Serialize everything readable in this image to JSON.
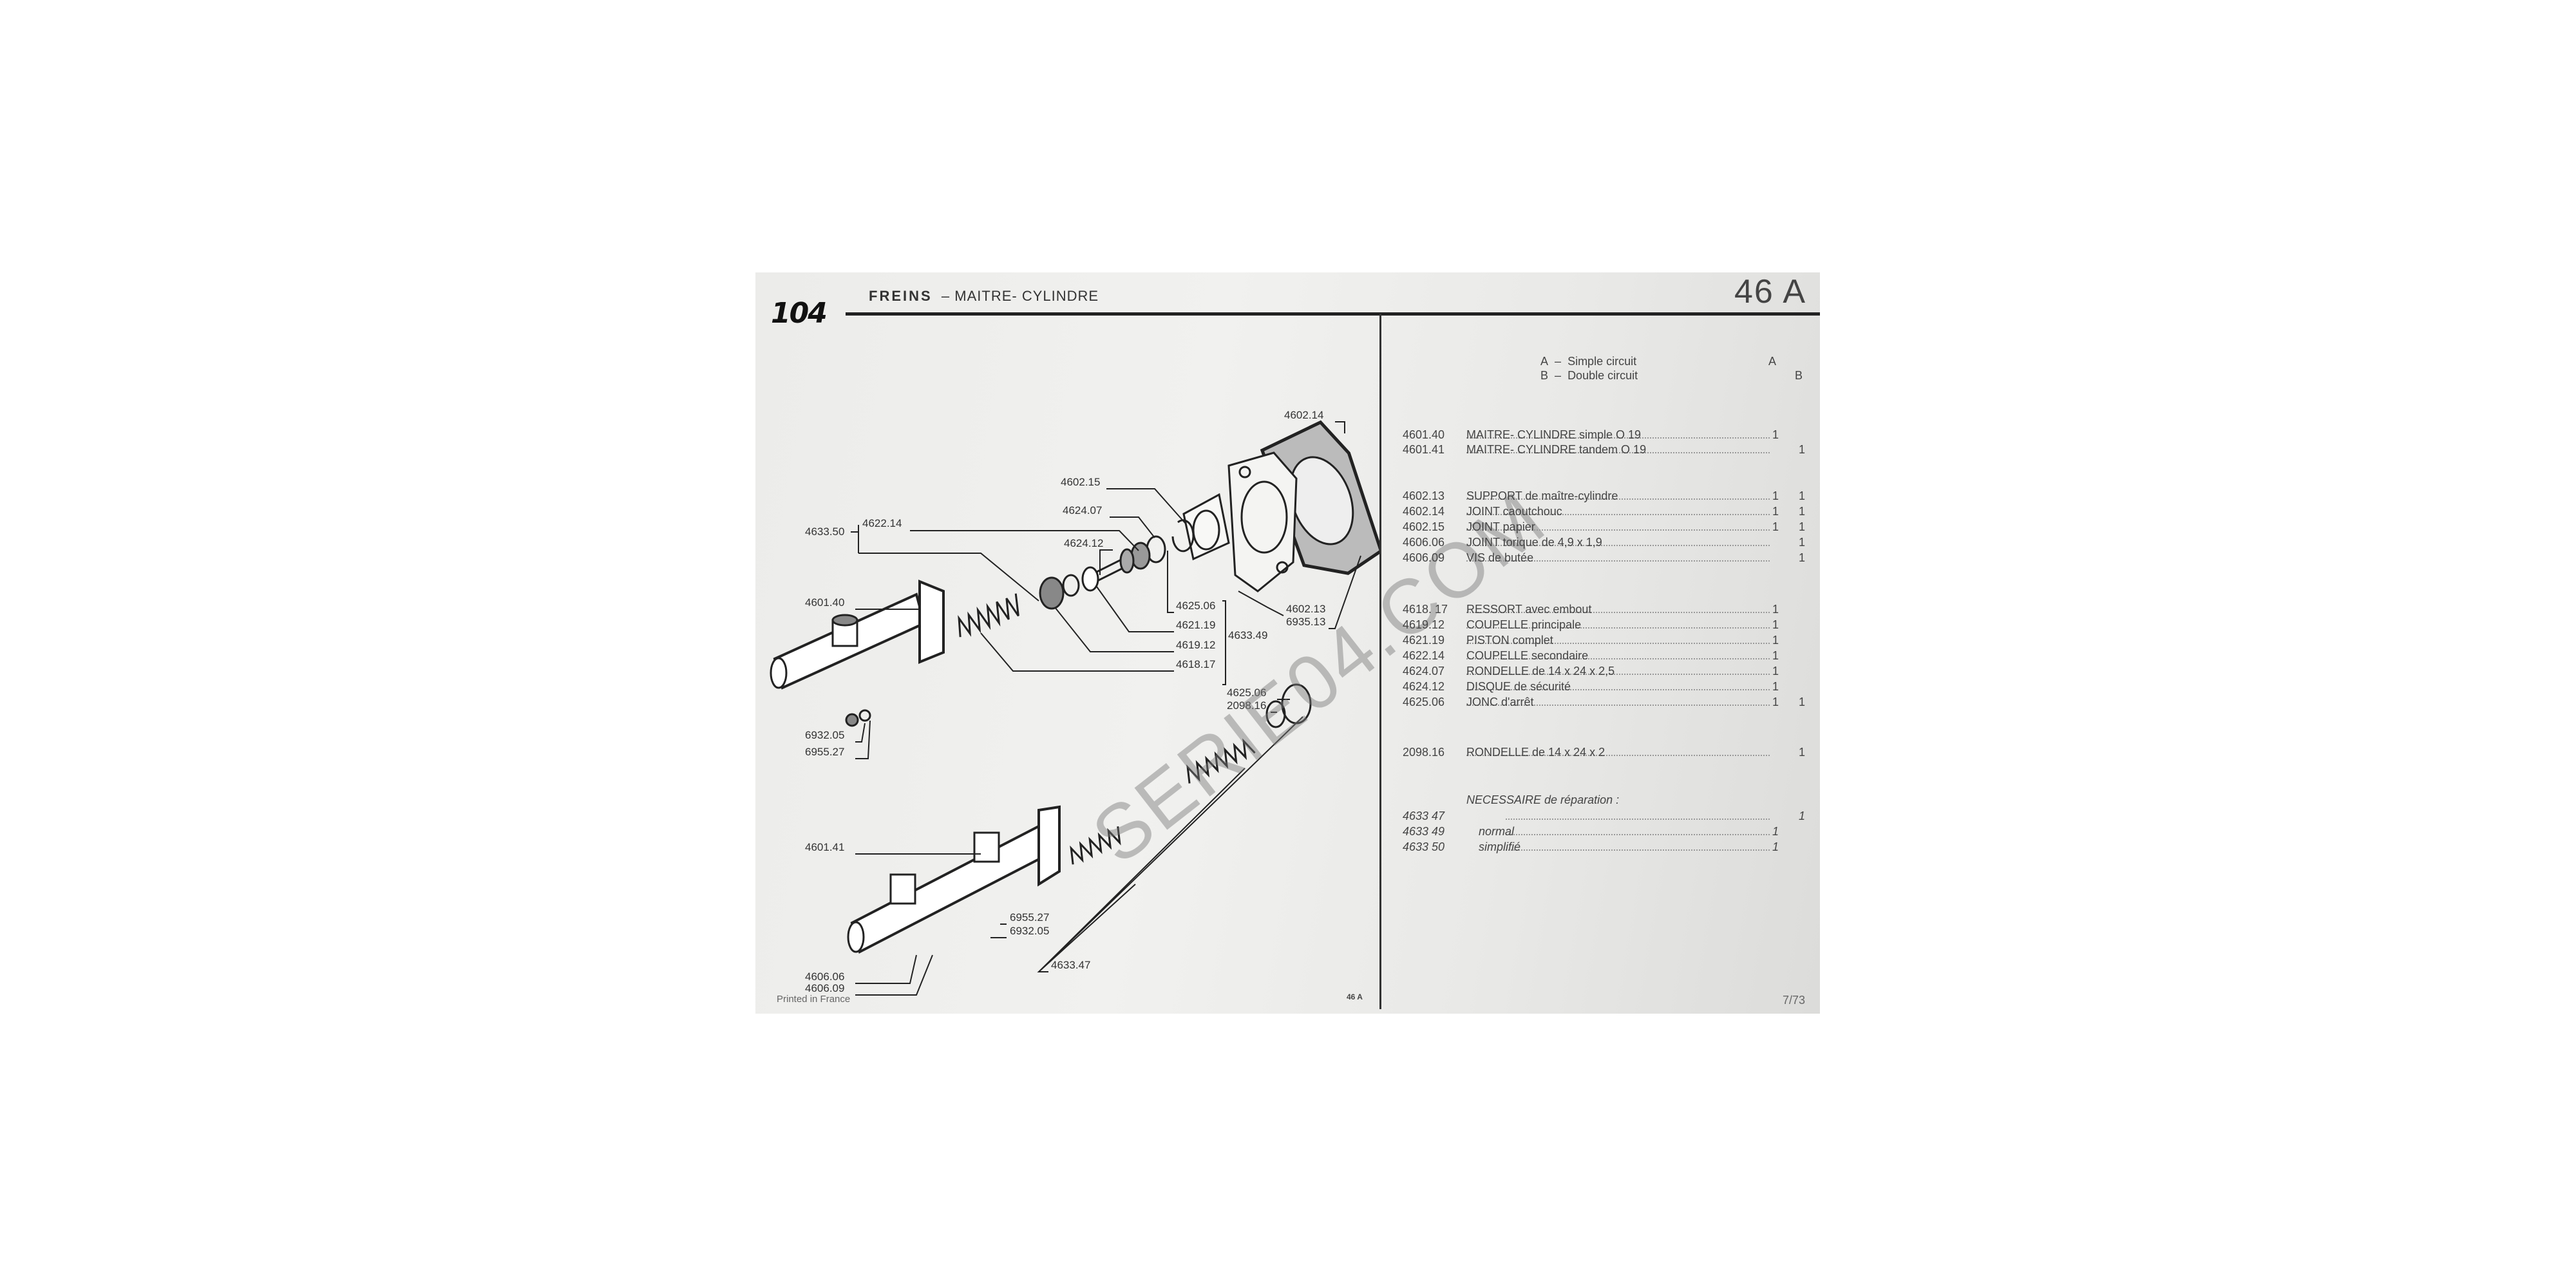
{
  "header": {
    "logo": "104",
    "title_bold": "FREINS",
    "title_rest": "–  MAITRE- CYLINDRE",
    "section": "46 A"
  },
  "diagram": {
    "labels": [
      "4602.14",
      "4602.15",
      "4624.07",
      "4633.50",
      "4622.14",
      "4624.12",
      "4601.40",
      "4625.06",
      "4602.13",
      "6935.13",
      "4621.19",
      "4633.49",
      "4619.12",
      "4618.17",
      "4625.06",
      "2098.16",
      "6932.05",
      "6955.27",
      "4601.41",
      "6955.27",
      "6932.05",
      "4633.47",
      "4606.06",
      "4606.09"
    ],
    "watermark": "SERIE04.COM"
  },
  "legend": [
    {
      "letter": "A",
      "dash": "–",
      "text": "Simple circuit",
      "col": "A"
    },
    {
      "letter": "B",
      "dash": "–",
      "text": "Double circuit",
      "col": "B"
    }
  ],
  "parts": [
    {
      "code": "4601.40",
      "desc": "MAITRE- CYLINDRE simple  O 19",
      "a": "1",
      "b": ""
    },
    {
      "code": "4601.41",
      "desc": "MAITRE- CYLINDRE tandem  O 19",
      "a": "",
      "b": "1"
    },
    {
      "code": "4602.13",
      "desc": "SUPPORT de maître-cylindre",
      "a": "1",
      "b": "1"
    },
    {
      "code": "4602.14",
      "desc": "JOINT caoutchouc",
      "a": "1",
      "b": "1"
    },
    {
      "code": "4602.15",
      "desc": "JOINT papier",
      "a": "1",
      "b": "1"
    },
    {
      "code": "4606.06",
      "desc": "JOINT torique de  4,9 x 1,9",
      "a": "",
      "b": "1"
    },
    {
      "code": "4606.09",
      "desc": "VIS de butée",
      "a": "",
      "b": "1"
    },
    {
      "code": "4618. 17",
      "desc": "RESSORT avec embout",
      "a": "1",
      "b": ""
    },
    {
      "code": "4619.12",
      "desc": "COUPELLE principale",
      "a": "1",
      "b": ""
    },
    {
      "code": "4621.19",
      "desc": "PISTON complet",
      "a": "1",
      "b": ""
    },
    {
      "code": "4622.14",
      "desc": "COUPELLE secondaire",
      "a": "1",
      "b": ""
    },
    {
      "code": "4624.07",
      "desc": "RONDELLE de  14 x 24 x 2,5",
      "a": "1",
      "b": ""
    },
    {
      "code": "4624.12",
      "desc": "DISQUE de sécurité",
      "a": "1",
      "b": ""
    },
    {
      "code": "4625.06",
      "desc": "JONC d'arrêt",
      "a": "1",
      "b": "1"
    },
    {
      "code": "2098.16",
      "desc": "RONDELLE de  14 x 24 x 2",
      "a": "",
      "b": "1"
    }
  ],
  "kit": {
    "heading": "NECESSAIRE de réparation :",
    "items": [
      {
        "code": "4633 47",
        "desc": "",
        "a": "",
        "b": "1"
      },
      {
        "code": "4633 49",
        "desc": "normal",
        "a": "1",
        "b": ""
      },
      {
        "code": "4633 50",
        "desc": "simplifié",
        "a": "1",
        "b": ""
      }
    ]
  },
  "footer": {
    "printed": "Printed in France",
    "section_small": "46 A",
    "date": "7/73"
  }
}
